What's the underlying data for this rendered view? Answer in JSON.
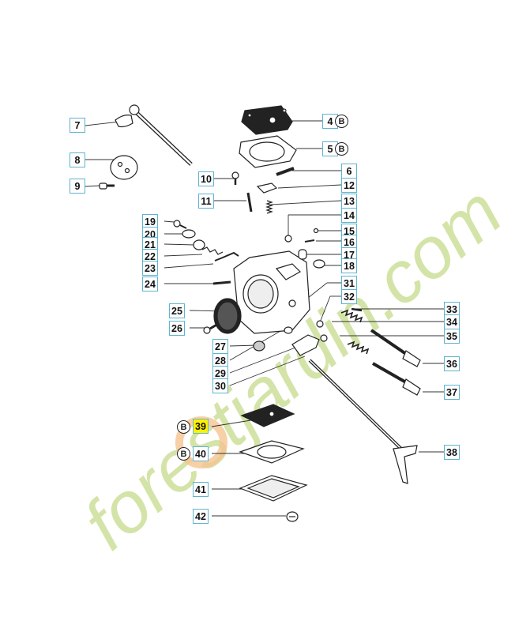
{
  "watermark": "forestjardin.com",
  "colors": {
    "callout_border": "#5fb4cf",
    "highlight": "#fff200",
    "watermark_green": "#c6dc8c",
    "watermark_orange": "#f2b06e"
  },
  "part_numbers": [
    "4",
    "5",
    "6",
    "7",
    "8",
    "9",
    "10",
    "11",
    "12",
    "13",
    "14",
    "15",
    "16",
    "17",
    "18",
    "19",
    "20",
    "21",
    "22",
    "23",
    "24",
    "25",
    "26",
    "27",
    "28",
    "29",
    "30",
    "31",
    "32",
    "33",
    "34",
    "35",
    "36",
    "37",
    "38",
    "39",
    "40",
    "41",
    "42"
  ],
  "highlighted_part": "39",
  "badge_letter": "B"
}
